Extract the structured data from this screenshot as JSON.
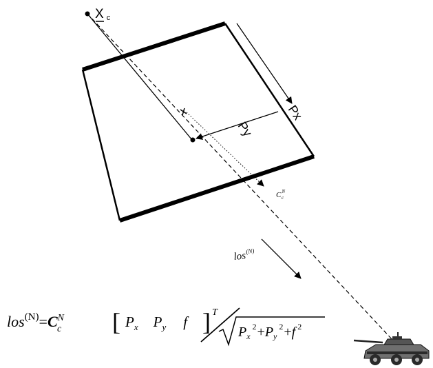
{
  "diagram": {
    "camera_label": "X",
    "camera_label_sub": "c",
    "px_label": "Px",
    "py_label": "Py",
    "ccn_label": "C",
    "ccn_sup": "N",
    "ccn_sub": "c",
    "los_arrow_label": "los",
    "los_arrow_sup": "(N)"
  },
  "formula": {
    "lhs_base": "los",
    "lhs_sup": "(N)",
    "equals": "=",
    "c_base": "C",
    "c_sup": "N",
    "c_sub": "c",
    "bracket_open": "[",
    "px_base": "P",
    "px_sub": "x",
    "py_base": "P",
    "py_sub": "y",
    "f": "f",
    "bracket_close": "]",
    "transpose": "T",
    "den_p1": "P",
    "den_sub1": "x",
    "den_sq1": "2",
    "den_plus1": "+",
    "den_p2": "P",
    "den_sub2": "y",
    "den_sq2": "2",
    "den_plus2": "+",
    "den_f": "f",
    "den_sq3": "2"
  },
  "icons": {
    "vehicle": "armored-vehicle-icon"
  },
  "colors": {
    "ink": "#000000",
    "vehicle_body": "#6f6f6f",
    "vehicle_dark": "#2a2a2a"
  }
}
